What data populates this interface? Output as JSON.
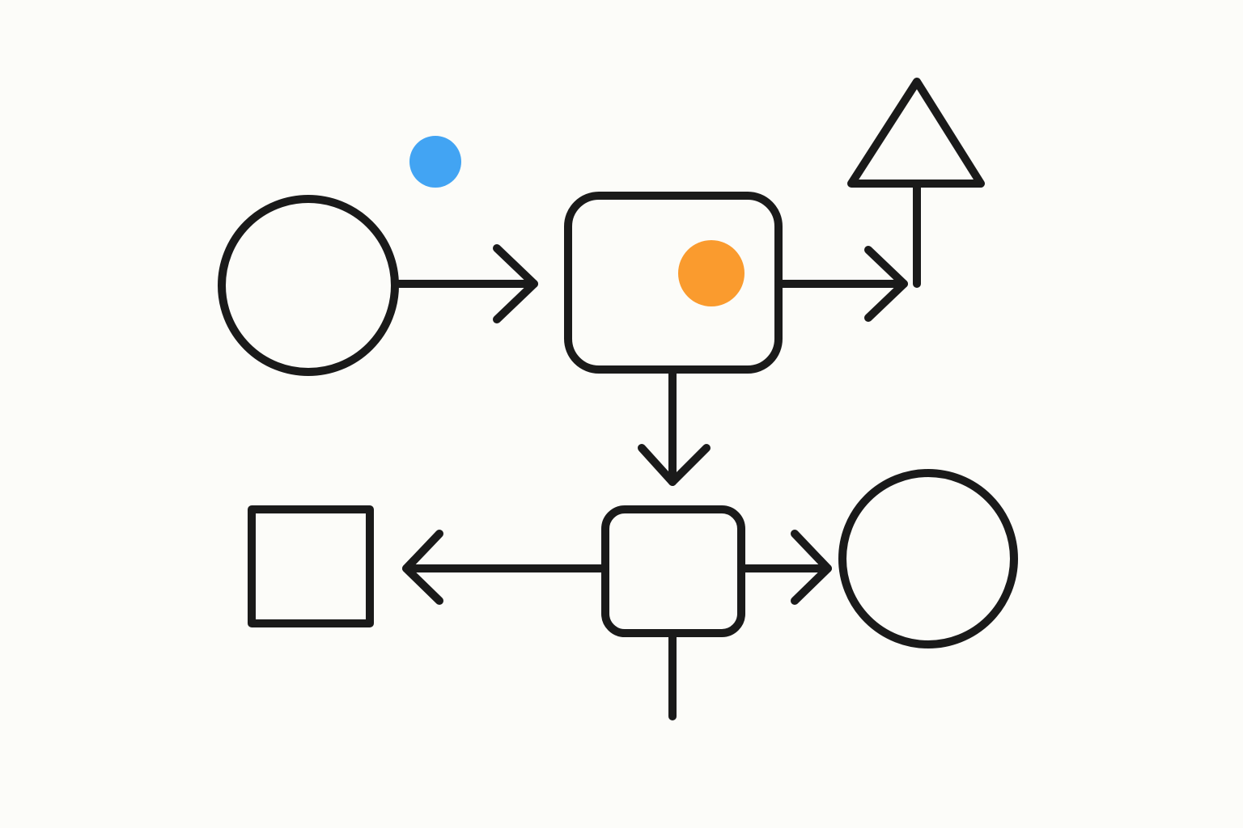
{
  "diagram": {
    "background_color": "#fcfcf9",
    "stroke_color": "#1a1a1a",
    "colors": {
      "blue": "#42a4f3",
      "orange": "#fa9b2e"
    },
    "nodes": [
      {
        "id": "circle-left",
        "shape": "circle",
        "fill": "none"
      },
      {
        "id": "rounded-box-top",
        "shape": "rounded-rectangle",
        "fill": "none",
        "contains": "orange-dot"
      },
      {
        "id": "triangle-top-right",
        "shape": "triangle",
        "fill": "none"
      },
      {
        "id": "rounded-box-bottom",
        "shape": "rounded-rectangle",
        "fill": "none"
      },
      {
        "id": "square-left",
        "shape": "square",
        "fill": "none"
      },
      {
        "id": "circle-bottom-right",
        "shape": "circle",
        "fill": "blue"
      },
      {
        "id": "blue-dot",
        "shape": "dot",
        "fill": "blue"
      },
      {
        "id": "orange-dot",
        "shape": "dot",
        "fill": "orange"
      }
    ],
    "edges": [
      {
        "from": "circle-left",
        "to": "rounded-box-top",
        "arrow": "end"
      },
      {
        "from": "rounded-box-top",
        "to": "triangle-top-right",
        "arrow": "end"
      },
      {
        "from": "rounded-box-top",
        "to": "rounded-box-bottom",
        "arrow": "end"
      },
      {
        "from": "rounded-box-bottom",
        "to": "square-left",
        "arrow": "end"
      },
      {
        "from": "rounded-box-bottom",
        "to": "circle-bottom-right",
        "arrow": "end"
      },
      {
        "from": "rounded-box-bottom",
        "to": "bottom-line-end",
        "arrow": "none"
      }
    ]
  }
}
